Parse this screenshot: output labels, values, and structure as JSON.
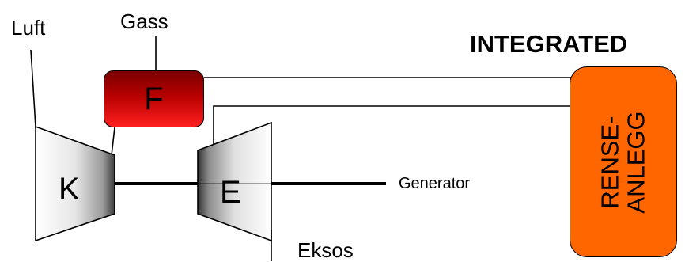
{
  "labels": {
    "air": "Luft",
    "gas": "Gass",
    "title": "INTEGRATED",
    "generator": "Generator",
    "exhaust": "Eksos"
  },
  "components": {
    "compressor": "K",
    "combustor": "F",
    "expander": "E",
    "cleaning_plant": [
      "RENSE-",
      "ANLEGG"
    ]
  },
  "colors": {
    "combustor_dark": "#7a0000",
    "combustor_light": "#ff1f1f",
    "cleaning_plant": "#ff6600"
  }
}
